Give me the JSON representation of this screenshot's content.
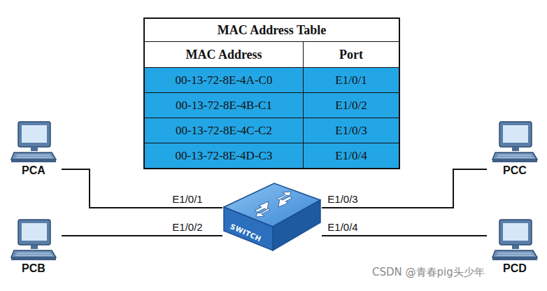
{
  "diagram": {
    "nodes": [
      {
        "text": [
          "PCA"
        ]
      },
      {
        "text": [
          "PCB"
        ]
      },
      {
        "text": [
          "SWITCH"
        ]
      },
      {
        "text": [
          "PCC"
        ]
      },
      {
        "text": [
          "PCD"
        ]
      }
    ],
    "edges": [
      {
        "from": 0,
        "to": 2,
        "arrow": "none",
        "label": "E1/0/1"
      },
      {
        "from": 1,
        "to": 2,
        "arrow": "none",
        "label": "E1/0/2"
      },
      {
        "from": 2,
        "to": 3,
        "arrow": "none",
        "label": "E1/0/3"
      },
      {
        "from": 2,
        "to": 4,
        "arrow": "none",
        "label": "E1/0/4"
      }
    ],
    "labels": [
      "MAC Address Table",
      "MAC Address",
      "Port",
      "00-13-72-8E-4A-C0",
      "E1/0/1",
      "00-13-72-8E-4B-C1",
      "E1/0/2",
      "00-13-72-8E-4C-C2",
      "E1/0/3",
      "00-13-72-8E-4D-C3",
      "E1/0/4",
      "CSDN @青春pig头少年"
    ]
  }
}
